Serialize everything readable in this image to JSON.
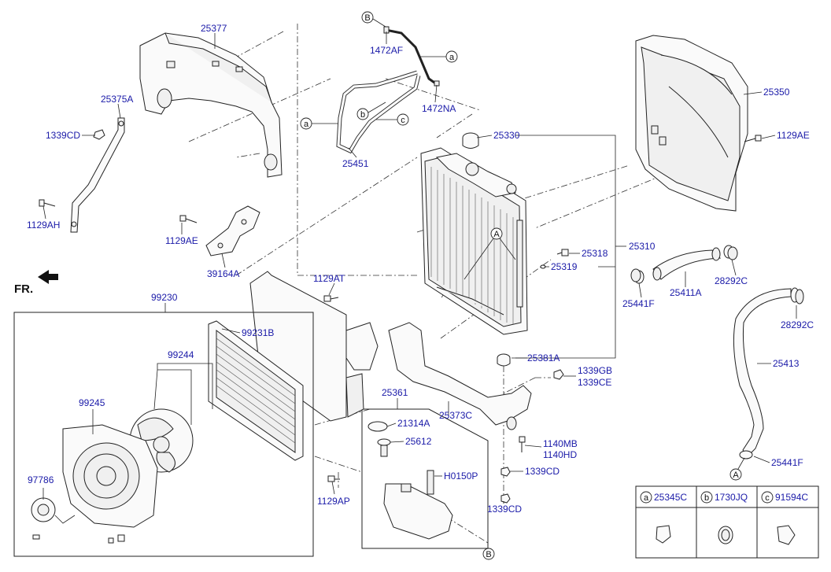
{
  "front_label": "FR.",
  "labels": {
    "p25377": "25377",
    "p25375A": "25375A",
    "p1339CD_a": "1339CD",
    "p1129AH": "1129AH",
    "p1472AF": "1472AF",
    "p1472NA": "1472NA",
    "p25451": "25451",
    "p25330": "25330",
    "p25350": "25350",
    "p1129AE_a": "1129AE",
    "p1129AE_b": "1129AE",
    "p39164A": "39164A",
    "p25318": "25318",
    "p25310": "25310",
    "p25319": "25319",
    "p28292C_a": "28292C",
    "p28292C_b": "28292C",
    "p25441F_a": "25441F",
    "p25441F_b": "25441F",
    "p25411A": "25411A",
    "p1129AT": "1129AT",
    "p99230": "99230",
    "p99231B": "99231B",
    "p99244": "99244",
    "p99245": "99245",
    "p97786": "97786",
    "p25381A": "25381A",
    "p1339GB": "1339GB",
    "p1339CE": "1339CE",
    "p25413": "25413",
    "p25361": "25361",
    "p21314A": "21314A",
    "p25612": "25612",
    "p25373C": "25373C",
    "p1140MB": "1140MB",
    "p1140HD": "1140HD",
    "pH0150P": "H0150P",
    "p1339CD_b": "1339CD",
    "p1339CD_c": "1339CD",
    "p1129AP": "1129AP"
  },
  "callouts": {
    "a": "a",
    "b": "b",
    "c": "c",
    "A": "A",
    "B": "B"
  },
  "legend": {
    "items": [
      {
        "key": "a",
        "part": "25345C"
      },
      {
        "key": "b",
        "part": "1730JQ"
      },
      {
        "key": "c",
        "part": "91594C"
      }
    ]
  }
}
